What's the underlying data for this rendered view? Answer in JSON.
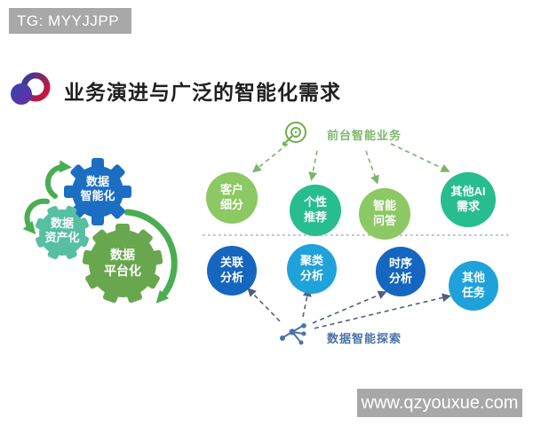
{
  "banner": {
    "text": "TG: MYYJJPP"
  },
  "title": {
    "text": "业务演进与广泛的智能化需求"
  },
  "gears": {
    "intelligence_label": "数据\n智能化",
    "asset_label": "数据\n资产化",
    "platform_label": "数据\n平台化"
  },
  "front_office": {
    "label": "前台智能业务",
    "icon": "target-icon",
    "items": [
      {
        "label": "客户\n细分"
      },
      {
        "label": "个性\n推荐"
      },
      {
        "label": "智能\n问答"
      },
      {
        "label": "其他AI\n需求"
      }
    ]
  },
  "exploration": {
    "label": "数据智能探索",
    "icon": "network-icon",
    "items": [
      {
        "label": "关联\n分析"
      },
      {
        "label": "聚类\n分析"
      },
      {
        "label": "时序\n分析"
      },
      {
        "label": "其他\n任务"
      }
    ]
  },
  "watermark": {
    "text": "www.qzyouxue.com"
  },
  "colors": {
    "banner_bg": "#a8a8a8",
    "gear_blue": "#1b6ec2",
    "gear_teal": "#57bfa2",
    "gear_green": "#69a74e",
    "arrow_green": "#4aad52",
    "circle_light_green": "#8cc863",
    "circle_teal": "#27bd8f",
    "circle_dark_blue": "#1566c0",
    "circle_light_blue": "#1ea2d9",
    "front_label_green": "#7cb96a",
    "exploration_label_blue": "#4a72a8",
    "connector_green": "#7db46a",
    "connector_slate": "#50607f",
    "divider_gray": "#bcc2cb"
  }
}
